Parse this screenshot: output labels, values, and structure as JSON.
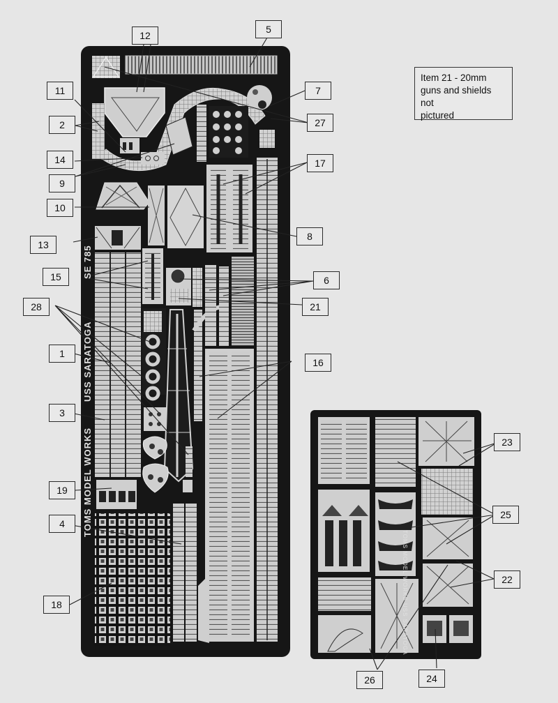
{
  "note": {
    "lines": [
      "Item 21 - 20mm",
      "guns and shields not",
      "pictured"
    ]
  },
  "sheet_main": {
    "brand_text": "TOMS MODEL WORKS",
    "name_text": "USS SARATOGA",
    "code_text": "SE 785"
  },
  "sheet_small": {
    "side_text": "TOMS MODEL WORKS USS SARATOGA"
  },
  "callouts": {
    "c1": "1",
    "c2": "2",
    "c3": "3",
    "c4": "4",
    "c5": "5",
    "c6": "6",
    "c7": "7",
    "c8": "8",
    "c9": "9",
    "c10": "10",
    "c11": "11",
    "c12": "12",
    "c13": "13",
    "c14": "14",
    "c15": "15",
    "c16": "16",
    "c17": "17",
    "c18": "18",
    "c19": "19",
    "c21": "21",
    "c22": "22",
    "c23": "23",
    "c24": "24",
    "c25": "25",
    "c26": "26",
    "c27": "27",
    "c28": "28"
  },
  "colors": {
    "paper": "#e6e6e6",
    "fret": "#161616",
    "part": "#cfcfcf",
    "part_dark": "#8a8a8a",
    "leader": "#222222"
  }
}
